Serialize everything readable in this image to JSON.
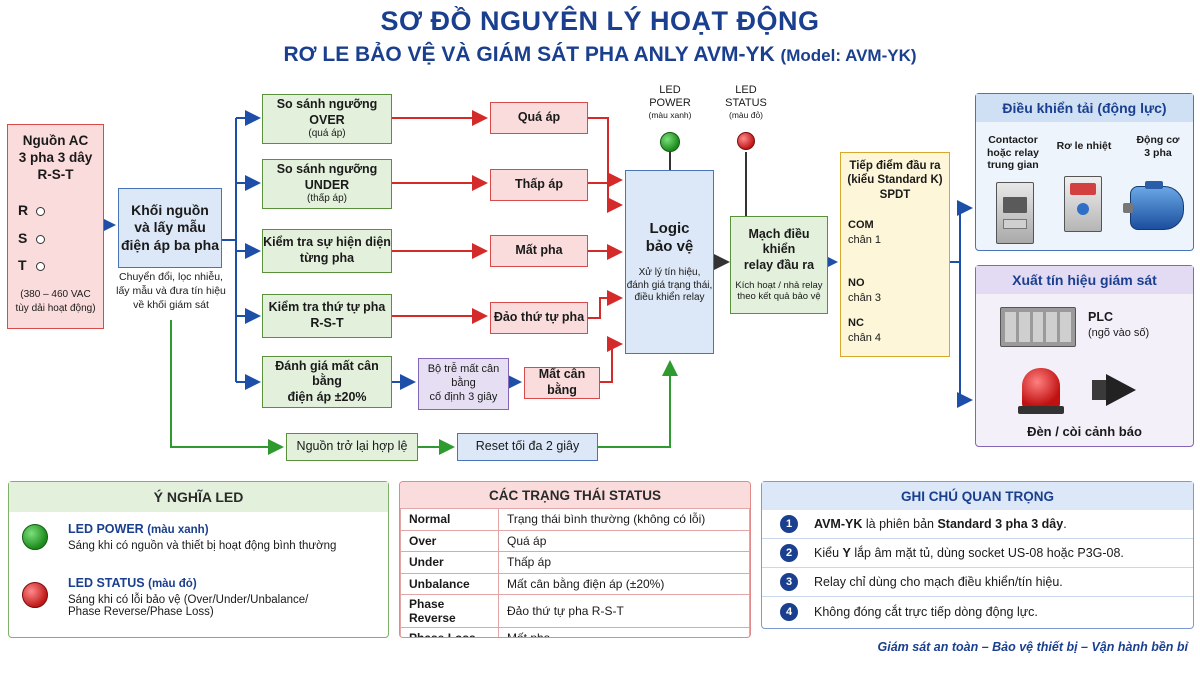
{
  "header": {
    "title": "SƠ ĐỒ NGUYÊN LÝ HOẠT ĐỘNG",
    "subtitle_main": "RƠ LE BẢO VỆ VÀ GIÁM SÁT PHA ANLY AVM-YK",
    "subtitle_model": "(Model: AVM-YK)"
  },
  "source": {
    "title_l1": "Nguồn AC",
    "title_l2": "3 pha 3 dây",
    "title_l3": "R-S-T",
    "phase_r": "R",
    "phase_s": "S",
    "phase_t": "T",
    "range_l1": "(380 – 460 VAC",
    "range_l2": "tùy dải hoạt động)"
  },
  "power_block": {
    "title_l1": "Khối nguồn",
    "title_l2": "và lấy mẫu",
    "title_l3": "điện áp ba pha",
    "desc_l1": "Chuyển đổi, lọc nhiễu,",
    "desc_l2": "lấy mẫu và đưa tín hiệu",
    "desc_l3": "về khối giám sát"
  },
  "checks": {
    "over_l1": "So sánh ngưỡng",
    "over_l2": "OVER",
    "over_l3": "(quá áp)",
    "under_l1": "So sánh ngưỡng",
    "under_l2": "UNDER",
    "under_l3": "(thấp áp)",
    "presence_l1": "Kiểm tra sự hiện diện",
    "presence_l2": "từng pha",
    "sequence_l1": "Kiểm tra thứ tự pha",
    "sequence_l2": "R-S-T",
    "unbalance_l1": "Đánh giá mất cân bằng",
    "unbalance_l2": "điện áp ±20%"
  },
  "delay": {
    "l1": "Bộ trễ mất cân bằng",
    "l2": "cố định 3 giây"
  },
  "faults": {
    "over": "Quá áp",
    "under": "Thấp áp",
    "loss": "Mất pha",
    "reverse": "Đảo thứ tự pha",
    "unbalance": "Mất cân bằng"
  },
  "recovery": {
    "valid": "Nguồn trở lại hợp lệ",
    "reset": "Reset tối đa 2 giây"
  },
  "logic": {
    "title_l1": "Logic",
    "title_l2": "bảo vệ",
    "desc_l1": "Xử lý tín hiệu,",
    "desc_l2": "đánh giá trạng thái,",
    "desc_l3": "điều khiển relay"
  },
  "leds": {
    "power_l1": "LED",
    "power_l2": "POWER",
    "power_color": "(màu xanh)",
    "status_l1": "LED",
    "status_l2": "STATUS",
    "status_color": "(màu đỏ)"
  },
  "driver": {
    "title_l1": "Mạch điều khiển",
    "title_l2": "relay đầu ra",
    "desc_l1": "Kích hoạt / nhả relay",
    "desc_l2": "theo kết quả bảo vệ"
  },
  "contact": {
    "title_l1": "Tiếp điểm đầu ra",
    "title_l2": "(kiểu Standard K)",
    "title_l3": "SPDT",
    "com": "COM",
    "com_pin": "chân 1",
    "no": "NO",
    "no_pin": "chân 3",
    "nc": "NC",
    "nc_pin": "chân 4"
  },
  "load_panel": {
    "title": "Điều khiển tải (động lực)",
    "contactor_l1": "Contactor",
    "contactor_l2": "hoặc relay",
    "contactor_l3": "trung gian",
    "thermal": "Rơ le nhiệt",
    "motor_l1": "Động cơ",
    "motor_l2": "3 pha"
  },
  "monitor_panel": {
    "title": "Xuất tín hiệu giám sát",
    "plc": "PLC",
    "plc_desc": "(ngõ vào số)",
    "alarm": "Đèn / còi cảnh báo"
  },
  "led_meaning": {
    "title": "Ý NGHĨA LED",
    "power_name": "LED POWER",
    "power_color": "(màu xanh)",
    "power_desc": "Sáng khi có nguồn và thiết bị hoạt động bình thường",
    "status_name": "LED STATUS",
    "status_color": "(màu đỏ)",
    "status_desc_l1": "Sáng khi có lỗi bảo vệ (Over/Under/Unbalance/",
    "status_desc_l2": "Phase Reverse/Phase Loss)"
  },
  "status_table": {
    "title": "CÁC TRẠNG THÁI STATUS",
    "rows": [
      {
        "key": "Normal",
        "value": "Trạng thái bình thường (không có lỗi)"
      },
      {
        "key": "Over",
        "value": "Quá áp"
      },
      {
        "key": "Under",
        "value": "Thấp áp"
      },
      {
        "key": "Unbalance",
        "value": "Mất cân bằng điện áp (±20%)"
      },
      {
        "key": "Phase Reverse",
        "value": "Đảo thứ tự pha R-S-T"
      },
      {
        "key": "Phase Loss",
        "value": "Mất pha"
      }
    ]
  },
  "notes": {
    "title": "GHI CHÚ QUAN TRỌNG",
    "n1": "1",
    "n1_b1": "AVM-YK",
    "n1_t1": " là phiên bản ",
    "n1_b2": "Standard 3 pha 3 dây",
    "n1_t2": ".",
    "n2": "2",
    "n2_t1": "Kiểu ",
    "n2_b1": "Y",
    "n2_t2": " lắp âm mặt tủ, dùng socket US-08 hoặc P3G-08.",
    "n3": "3",
    "n3_text": "Relay chỉ dùng cho mạch điều khiển/tín hiệu.",
    "n4": "4",
    "n4_text": "Không đóng cắt trực tiếp dòng động lực."
  },
  "footer": "Giám sát an toàn – Bảo vệ thiết bị – Vận hành bền bỉ",
  "colors": {
    "title": "#1a3f8f",
    "green_line": "#2f9a2f",
    "red_line": "#d42a2a",
    "blue_line": "#1e4fa8",
    "phase_r": "#d42a2a",
    "phase_s": "#f2b21a",
    "phase_t": "#1e57c8"
  }
}
